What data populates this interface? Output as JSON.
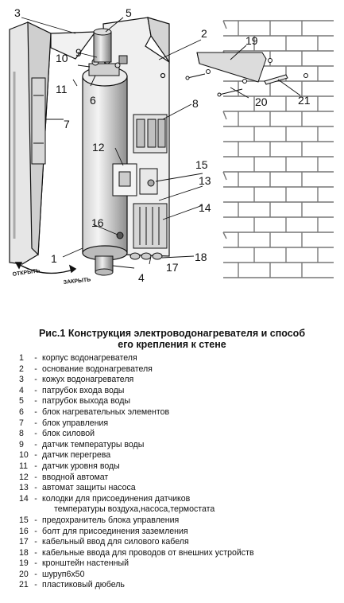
{
  "diagram": {
    "callouts": [
      "1",
      "2",
      "3",
      "4",
      "5",
      "6",
      "7",
      "8",
      "9",
      "10",
      "11",
      "12",
      "13",
      "14",
      "15",
      "16",
      "17",
      "18",
      "19",
      "20",
      "21"
    ],
    "rotate_open": "ОТКРЫТЬ",
    "rotate_close": "ЗАКРЫТЬ"
  },
  "caption": {
    "line1": "Рис.1 Конструкция электроводонагревателя и способ",
    "line2": "его крепления к стене"
  },
  "legend": [
    {
      "num": "1",
      "text": "корпус водонагревателя"
    },
    {
      "num": "2",
      "text": "основание водонагревателя"
    },
    {
      "num": "3",
      "text": "кожух водонагревателя"
    },
    {
      "num": "4",
      "text": "патрубок входа воды"
    },
    {
      "num": "5",
      "text": "патрубок выхода воды"
    },
    {
      "num": "6",
      "text": "блок нагревательных элементов"
    },
    {
      "num": "7",
      "text": "блок управления"
    },
    {
      "num": "8",
      "text": "блок силовой"
    },
    {
      "num": "9",
      "text": "датчик температуры воды"
    },
    {
      "num": "10",
      "text": "датчик перегрева"
    },
    {
      "num": "11",
      "text": "датчик уровня воды"
    },
    {
      "num": "12",
      "text": "вводной автомат"
    },
    {
      "num": "13",
      "text": "автомат защиты насоса"
    },
    {
      "num": "14",
      "text": "колодки для присоединения датчиков"
    },
    {
      "num": "",
      "text": "температуры воздуха,насоса,термостата"
    },
    {
      "num": "15",
      "text": "предохранитель блока управления"
    },
    {
      "num": "16",
      "text": "болт для присоединения заземления"
    },
    {
      "num": "17",
      "text": "кабельный ввод для силового кабеля"
    },
    {
      "num": "18",
      "text": "кабельные ввода для проводов от внешних устройств"
    },
    {
      "num": "19",
      "text": "кронштейн настенный"
    },
    {
      "num": "20",
      "text": "шуруп6х50"
    },
    {
      "num": "21",
      "text": "пластиковый дюбель"
    }
  ]
}
